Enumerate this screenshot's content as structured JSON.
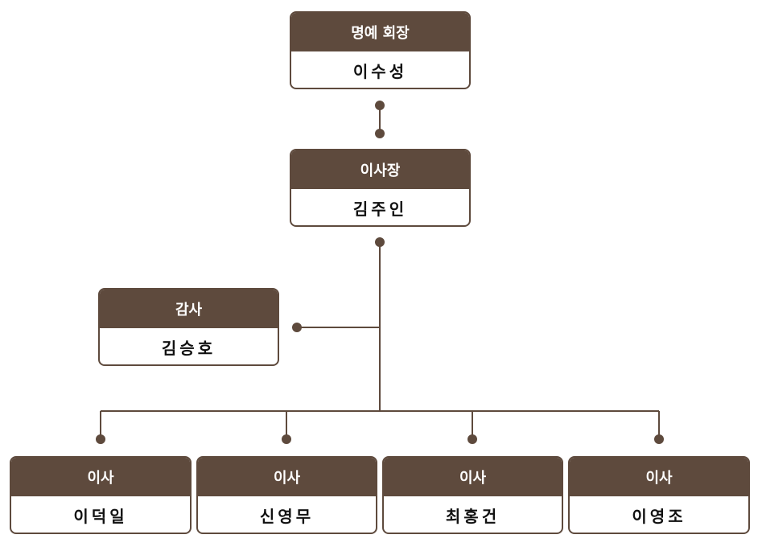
{
  "colors": {
    "primary": "#5e4a3d",
    "text": "#111111",
    "background": "#ffffff"
  },
  "org": {
    "honorary": {
      "title": "명예 회장",
      "name": "이수성"
    },
    "chairman": {
      "title": "이사장",
      "name": "김주인"
    },
    "auditor": {
      "title": "감사",
      "name": "김승호"
    },
    "directors": [
      {
        "title": "이사",
        "name": "이덕일"
      },
      {
        "title": "이사",
        "name": "신영무"
      },
      {
        "title": "이사",
        "name": "최홍건"
      },
      {
        "title": "이사",
        "name": "이영조"
      }
    ]
  }
}
